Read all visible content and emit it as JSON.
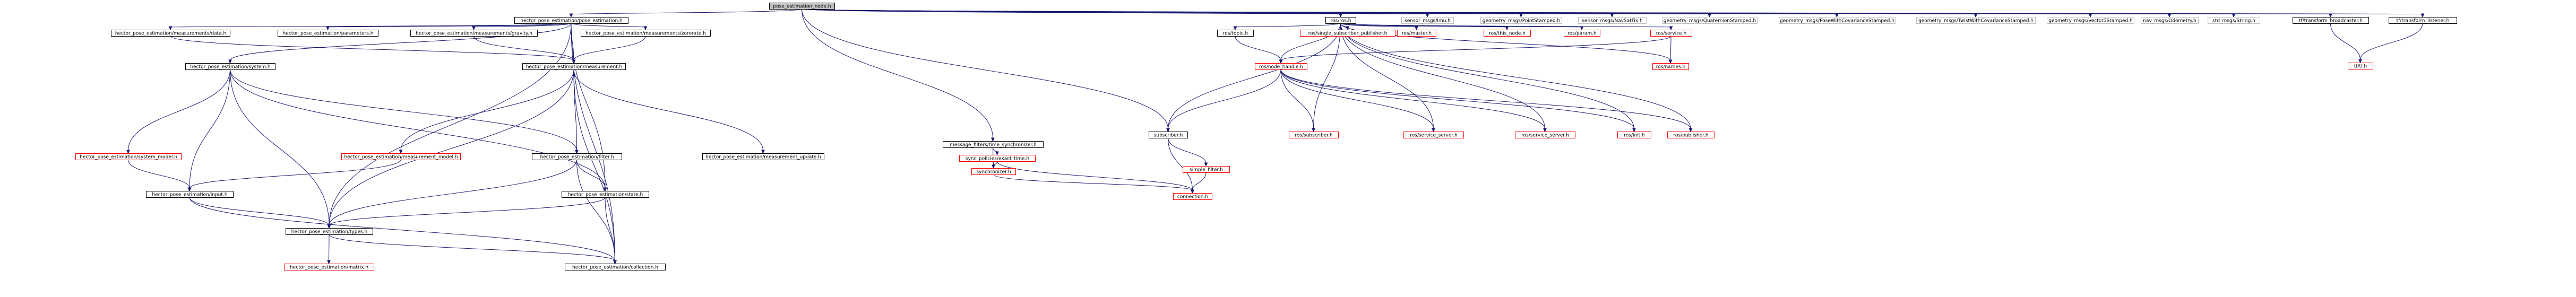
{
  "colors": {
    "edge": "#191970",
    "root_fill": "#bfbfbf",
    "border_black": "#000000",
    "border_gray": "#bfbfbf",
    "border_red": "#ff0000"
  },
  "nodes": [
    {
      "id": "pose_estimation_node",
      "label": "pose_estimation_node.h",
      "style": "root"
    },
    {
      "id": "hector_pose_estimation",
      "label": "hector_pose_estimation/pose_estimation.h",
      "style": "black"
    },
    {
      "id": "measurements_data",
      "label": "hector_pose_estimation/measurements/data.h",
      "style": "black"
    },
    {
      "id": "parameters",
      "label": "hector_pose_estimation/parameters.h",
      "style": "black"
    },
    {
      "id": "measurements_gravity",
      "label": "hector_pose_estimation/measurements/gravity.h",
      "style": "black"
    },
    {
      "id": "measurements_zerorate",
      "label": "hector_pose_estimation/measurements/zerorate.h",
      "style": "black"
    },
    {
      "id": "system",
      "label": "hector_pose_estimation/system.h",
      "style": "black"
    },
    {
      "id": "measurement",
      "label": "hector_pose_estimation/measurement.h",
      "style": "black"
    },
    {
      "id": "system_model",
      "label": "hector_pose_estimation/system_model.h",
      "style": "red"
    },
    {
      "id": "measurement_model",
      "label": "hector_pose_estimation/measurement_model.h",
      "style": "red"
    },
    {
      "id": "filter",
      "label": "hector_pose_estimation/filter.h",
      "style": "black"
    },
    {
      "id": "measurement_update",
      "label": "hector_pose_estimation/measurement_update.h",
      "style": "black"
    },
    {
      "id": "input",
      "label": "hector_pose_estimation/input.h",
      "style": "black"
    },
    {
      "id": "state",
      "label": "hector_pose_estimation/state.h",
      "style": "black"
    },
    {
      "id": "types",
      "label": "hector_pose_estimation/types.h",
      "style": "black"
    },
    {
      "id": "matrix",
      "label": "hector_pose_estimation/matrix.h",
      "style": "red"
    },
    {
      "id": "collection",
      "label": "hector_pose_estimation/collection.h",
      "style": "black"
    },
    {
      "id": "message_filters",
      "label": "message_filters/time_synchronizer.h",
      "style": "black"
    },
    {
      "id": "exact_time",
      "label": "sync_policies/exact_time.h",
      "style": "red"
    },
    {
      "id": "synchronizer",
      "label": "synchronizer.h",
      "style": "red"
    },
    {
      "id": "ros_ros",
      "label": "ros/ros.h",
      "style": "black"
    },
    {
      "id": "ros_topic",
      "label": "ros/topic.h",
      "style": "black"
    },
    {
      "id": "single_sub_pub",
      "label": "ros/single_subscriber_publisher.h",
      "style": "red"
    },
    {
      "id": "ros_master",
      "label": "ros/master.h",
      "style": "red"
    },
    {
      "id": "ros_this_node",
      "label": "ros/this_node.h",
      "style": "red"
    },
    {
      "id": "ros_param",
      "label": "ros/param.h",
      "style": "red"
    },
    {
      "id": "ros_service",
      "label": "ros/service.h",
      "style": "red"
    },
    {
      "id": "ros_node_handle",
      "label": "ros/node_handle.h",
      "style": "red"
    },
    {
      "id": "ros_names",
      "label": "ros/names.h",
      "style": "red"
    },
    {
      "id": "subscriber",
      "label": "subscriber.h",
      "style": "black"
    },
    {
      "id": "simple_filter",
      "label": "simple_filter.h",
      "style": "red"
    },
    {
      "id": "connection",
      "label": "connection.h",
      "style": "red"
    },
    {
      "id": "ros_subscriber",
      "label": "ros/subscriber.h",
      "style": "red"
    },
    {
      "id": "ros_service_server",
      "label": "ros/service_server.h",
      "style": "red"
    },
    {
      "id": "service_server",
      "label": "ros/service_server.h",
      "style": "red"
    },
    {
      "id": "ros_init",
      "label": "ros/init.h",
      "style": "red"
    },
    {
      "id": "ros_publisher",
      "label": "ros/publisher.h",
      "style": "red"
    },
    {
      "id": "sensor_imu",
      "label": "sensor_msgs/Imu.h",
      "style": "gray"
    },
    {
      "id": "point_stamped",
      "label": "geometry_msgs/PointStamped.h",
      "style": "gray"
    },
    {
      "id": "navsatfix",
      "label": "sensor_msgs/NavSatFix.h",
      "style": "gray"
    },
    {
      "id": "quaternion_stamped",
      "label": "geometry_msgs/QuaternionStamped.h",
      "style": "gray"
    },
    {
      "id": "pose_cov",
      "label": "geometry_msgs/PoseWithCovarianceStamped.h",
      "style": "gray"
    },
    {
      "id": "twist_cov",
      "label": "geometry_msgs/TwistWithCovarianceStamped.h",
      "style": "gray"
    },
    {
      "id": "vector3_stamped",
      "label": "geometry_msgs/Vector3Stamped.h",
      "style": "gray"
    },
    {
      "id": "odometry",
      "label": "nav_msgs/Odometry.h",
      "style": "gray"
    },
    {
      "id": "std_string",
      "label": "std_msgs/String.h",
      "style": "gray"
    },
    {
      "id": "tf_broadcaster",
      "label": "tf/transform_broadcaster.h",
      "style": "black"
    },
    {
      "id": "tf_listener",
      "label": "tf/transform_listener.h",
      "style": "black"
    },
    {
      "id": "tf_tf",
      "label": "tf/tf.h",
      "style": "red"
    }
  ],
  "edges": [
    [
      "pose_estimation_node",
      "hector_pose_estimation"
    ],
    [
      "pose_estimation_node",
      "message_filters"
    ],
    [
      "pose_estimation_node",
      "ros_ros"
    ],
    [
      "pose_estimation_node",
      "subscriber"
    ],
    [
      "pose_estimation_node",
      "sensor_imu"
    ],
    [
      "pose_estimation_node",
      "point_stamped"
    ],
    [
      "pose_estimation_node",
      "navsatfix"
    ],
    [
      "pose_estimation_node",
      "quaternion_stamped"
    ],
    [
      "pose_estimation_node",
      "pose_cov"
    ],
    [
      "pose_estimation_node",
      "twist_cov"
    ],
    [
      "pose_estimation_node",
      "vector3_stamped"
    ],
    [
      "pose_estimation_node",
      "odometry"
    ],
    [
      "pose_estimation_node",
      "std_string"
    ],
    [
      "pose_estimation_node",
      "tf_broadcaster"
    ],
    [
      "pose_estimation_node",
      "tf_listener"
    ],
    [
      "hector_pose_estimation",
      "measurements_data"
    ],
    [
      "hector_pose_estimation",
      "parameters"
    ],
    [
      "hector_pose_estimation",
      "measurements_gravity"
    ],
    [
      "hector_pose_estimation",
      "measurements_zerorate"
    ],
    [
      "hector_pose_estimation",
      "system"
    ],
    [
      "hector_pose_estimation",
      "measurement"
    ],
    [
      "hector_pose_estimation",
      "state"
    ],
    [
      "hector_pose_estimation",
      "types"
    ],
    [
      "hector_pose_estimation",
      "collection"
    ],
    [
      "measurements_data",
      "measurement"
    ],
    [
      "measurements_gravity",
      "measurement"
    ],
    [
      "measurements_zerorate",
      "measurement"
    ],
    [
      "system",
      "system_model"
    ],
    [
      "system",
      "filter"
    ],
    [
      "system",
      "input"
    ],
    [
      "system",
      "state"
    ],
    [
      "system",
      "types"
    ],
    [
      "measurement",
      "measurement_model"
    ],
    [
      "measurement",
      "filter"
    ],
    [
      "measurement",
      "measurement_update"
    ],
    [
      "measurement",
      "types"
    ],
    [
      "measurement",
      "collection"
    ],
    [
      "system_model",
      "input"
    ],
    [
      "measurement_model",
      "input"
    ],
    [
      "filter",
      "state"
    ],
    [
      "filter",
      "types"
    ],
    [
      "filter",
      "collection"
    ],
    [
      "input",
      "types"
    ],
    [
      "input",
      "collection"
    ],
    [
      "state",
      "types"
    ],
    [
      "state",
      "collection"
    ],
    [
      "types",
      "matrix"
    ],
    [
      "types",
      "collection"
    ],
    [
      "message_filters",
      "exact_time"
    ],
    [
      "message_filters",
      "synchronizer"
    ],
    [
      "exact_time",
      "synchronizer"
    ],
    [
      "exact_time",
      "connection"
    ],
    [
      "synchronizer",
      "connection"
    ],
    [
      "ros_ros",
      "ros_topic"
    ],
    [
      "ros_ros",
      "single_sub_pub"
    ],
    [
      "ros_ros",
      "ros_master"
    ],
    [
      "ros_ros",
      "ros_this_node"
    ],
    [
      "ros_ros",
      "ros_param"
    ],
    [
      "ros_ros",
      "ros_service"
    ],
    [
      "ros_ros",
      "ros_node_handle"
    ],
    [
      "ros_ros",
      "ros_names"
    ],
    [
      "ros_ros",
      "subscriber"
    ],
    [
      "ros_ros",
      "ros_subscriber"
    ],
    [
      "ros_ros",
      "ros_service_server"
    ],
    [
      "ros_ros",
      "service_server"
    ],
    [
      "ros_ros",
      "ros_init"
    ],
    [
      "ros_ros",
      "ros_publisher"
    ],
    [
      "ros_topic",
      "ros_node_handle"
    ],
    [
      "ros_service",
      "ros_node_handle"
    ],
    [
      "ros_service",
      "ros_names"
    ],
    [
      "ros_node_handle",
      "subscriber"
    ],
    [
      "ros_node_handle",
      "ros_subscriber"
    ],
    [
      "ros_node_handle",
      "ros_service_server"
    ],
    [
      "ros_node_handle",
      "service_server"
    ],
    [
      "ros_node_handle",
      "ros_init"
    ],
    [
      "ros_node_handle",
      "ros_publisher"
    ],
    [
      "subscriber",
      "simple_filter"
    ],
    [
      "subscriber",
      "connection"
    ],
    [
      "simple_filter",
      "connection"
    ],
    [
      "tf_broadcaster",
      "tf_tf"
    ],
    [
      "tf_listener",
      "tf_tf"
    ]
  ]
}
